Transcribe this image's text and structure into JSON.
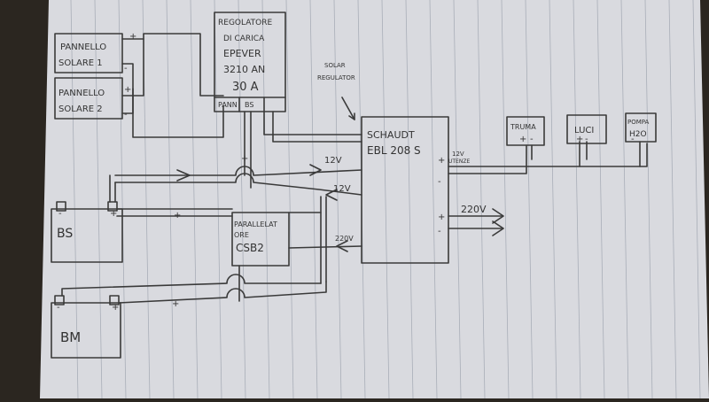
{
  "components": {
    "panel_1": {
      "line1": "PANNELLO",
      "line2": "SOLARE 1"
    },
    "panel_2": {
      "line1": "PANNELLO",
      "line2": "SOLARE 2"
    },
    "regulator": {
      "line1": "REGOLATORE",
      "line2": "DI CARICA",
      "line3": "EPEVER",
      "line4": "3210 AN",
      "line5": "30 A",
      "terminal_pann": "PANN",
      "terminal_bs": "BS"
    },
    "solar_regulator_note": {
      "line1": "SOLAR",
      "line2": "REGULATOR"
    },
    "schaudt": {
      "line1": "SCHAUDT",
      "line2": "EBL 208 S"
    },
    "battery_bs": {
      "label": "BS"
    },
    "battery_bm": {
      "label": "BM"
    },
    "paralleler": {
      "line1": "PARALLELAT",
      "line2": "ORE",
      "line3": "CSB2"
    },
    "loads": {
      "trumа": "TRUMA",
      "luci": "LUCI",
      "pompa_line1": "POMPA",
      "pompa_line2": "H2O"
    }
  },
  "wire_labels": {
    "v12_top": "12V",
    "v12_middle": "12V",
    "v12_utenze": "12V",
    "utenze": "UTENZE",
    "v220_left": "220V",
    "v220_right": "220V"
  },
  "signs": {
    "plus": "+",
    "minus": "-"
  }
}
